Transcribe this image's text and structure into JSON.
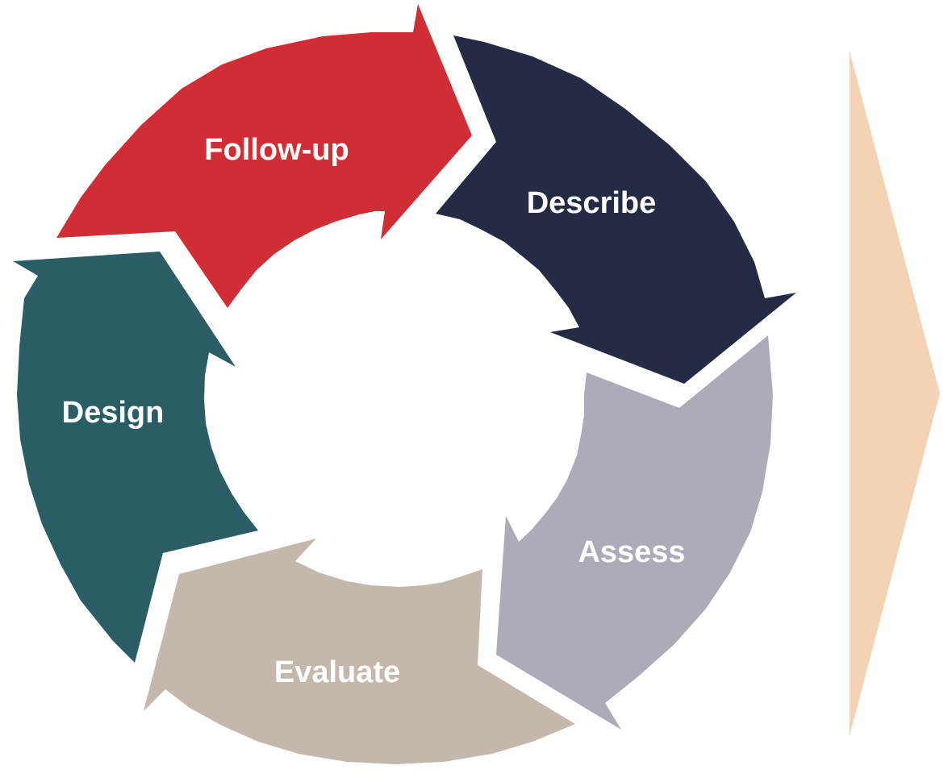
{
  "diagram": {
    "type": "cycle",
    "segments": [
      {
        "id": "follow-up",
        "label": "Follow-up",
        "color": "#d12d35"
      },
      {
        "id": "describe",
        "label": "Describe",
        "color": "#232b45"
      },
      {
        "id": "assess",
        "label": "Assess",
        "color": "#acabb7"
      },
      {
        "id": "evaluate",
        "label": "Evaluate",
        "color": "#c4b8ac"
      },
      {
        "id": "design",
        "label": "Design",
        "color": "#2a5d66"
      }
    ],
    "arrow_color": "#f3d3b4"
  }
}
